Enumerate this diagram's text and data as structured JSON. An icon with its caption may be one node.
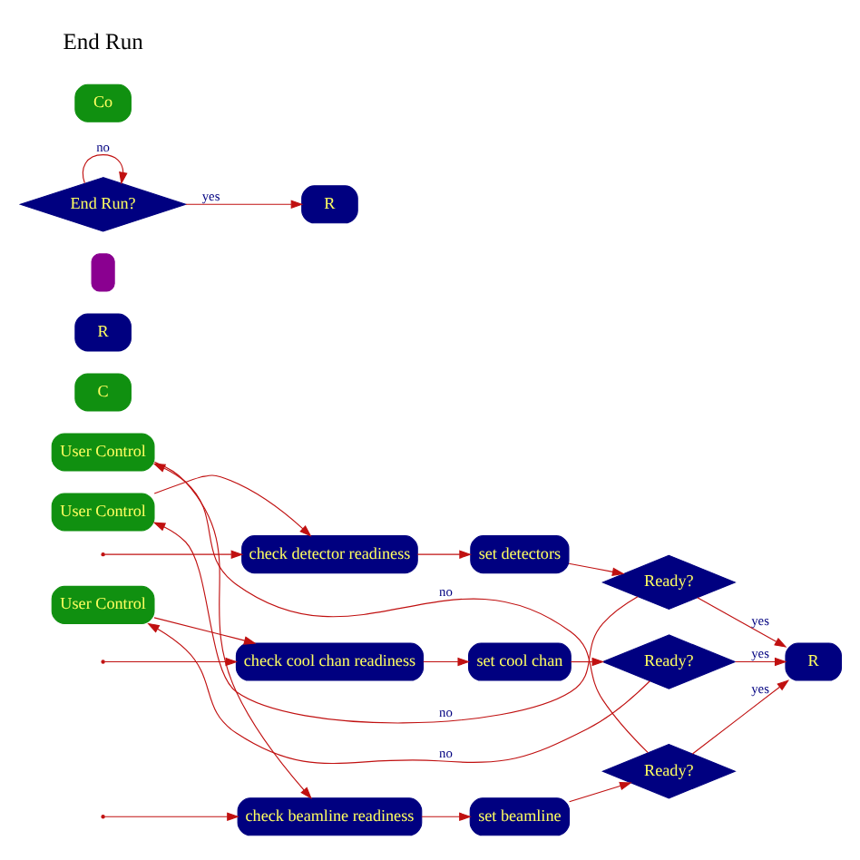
{
  "diagram": {
    "nodes": [
      {
        "text": [
          "User Control"
        ]
      },
      {
        "text": [
          "check beamline readiness"
        ]
      },
      {
        "text": [
          "set beamline"
        ]
      },
      {
        "text": [
          "Ready?"
        ]
      },
      {
        "text": [
          "User Control"
        ]
      },
      {
        "text": [
          "check detector readiness"
        ]
      },
      {
        "text": [
          "set detectors"
        ]
      },
      {
        "text": [
          "Ready?"
        ]
      },
      {
        "text": [
          "check cool chan readiness"
        ]
      },
      {
        "text": [
          "set cool chan"
        ]
      },
      {
        "text": [
          "Ready?"
        ]
      },
      {
        "text": [
          "User Control"
        ]
      },
      {
        "text": [
          "C"
        ]
      },
      {
        "text": [
          "R"
        ]
      },
      {
        "text": [
          "R"
        ]
      },
      {
        "text": [],
        "shape": "box"
      },
      {
        "text": [
          "End Run?"
        ]
      },
      {
        "text": [
          "R"
        ]
      },
      {
        "text": [
          "Co"
        ]
      }
    ],
    "edges": [
      {
        "from": null,
        "to": 1,
        "arrow": "to"
      },
      {
        "from": null,
        "to": 5,
        "arrow": "to"
      },
      {
        "from": null,
        "to": 8,
        "arrow": "to"
      },
      {
        "from": 1,
        "to": 2,
        "arrow": "to"
      },
      {
        "from": 2,
        "to": 3,
        "arrow": "to"
      },
      {
        "from": 3,
        "to": 0,
        "label": "no",
        "arrow": "to"
      },
      {
        "from": 0,
        "to": 1,
        "arrow": "to"
      },
      {
        "from": 3,
        "to": 13,
        "label": "yes",
        "arrow": "to"
      },
      {
        "from": 5,
        "to": 6,
        "arrow": "to"
      },
      {
        "from": 6,
        "to": 7,
        "arrow": "to"
      },
      {
        "from": 7,
        "to": 4,
        "label": "no",
        "arrow": "to"
      },
      {
        "from": 4,
        "to": 5,
        "arrow": "to"
      },
      {
        "from": 7,
        "to": 13,
        "label": "yes",
        "arrow": "to"
      },
      {
        "from": 8,
        "to": 9,
        "arrow": "to"
      },
      {
        "from": 9,
        "to": 10,
        "arrow": "to"
      },
      {
        "from": 10,
        "to": 11,
        "label": "no",
        "arrow": "to"
      },
      {
        "from": 11,
        "to": 8,
        "arrow": "to"
      },
      {
        "from": 10,
        "to": 13,
        "label": "yes",
        "arrow": "to"
      },
      {
        "from": 16,
        "to": 16,
        "label": "no",
        "arrow": "to"
      },
      {
        "from": 16,
        "to": 17,
        "label": "yes",
        "arrow": "to"
      }
    ],
    "labels": [
      "End Run"
    ]
  }
}
